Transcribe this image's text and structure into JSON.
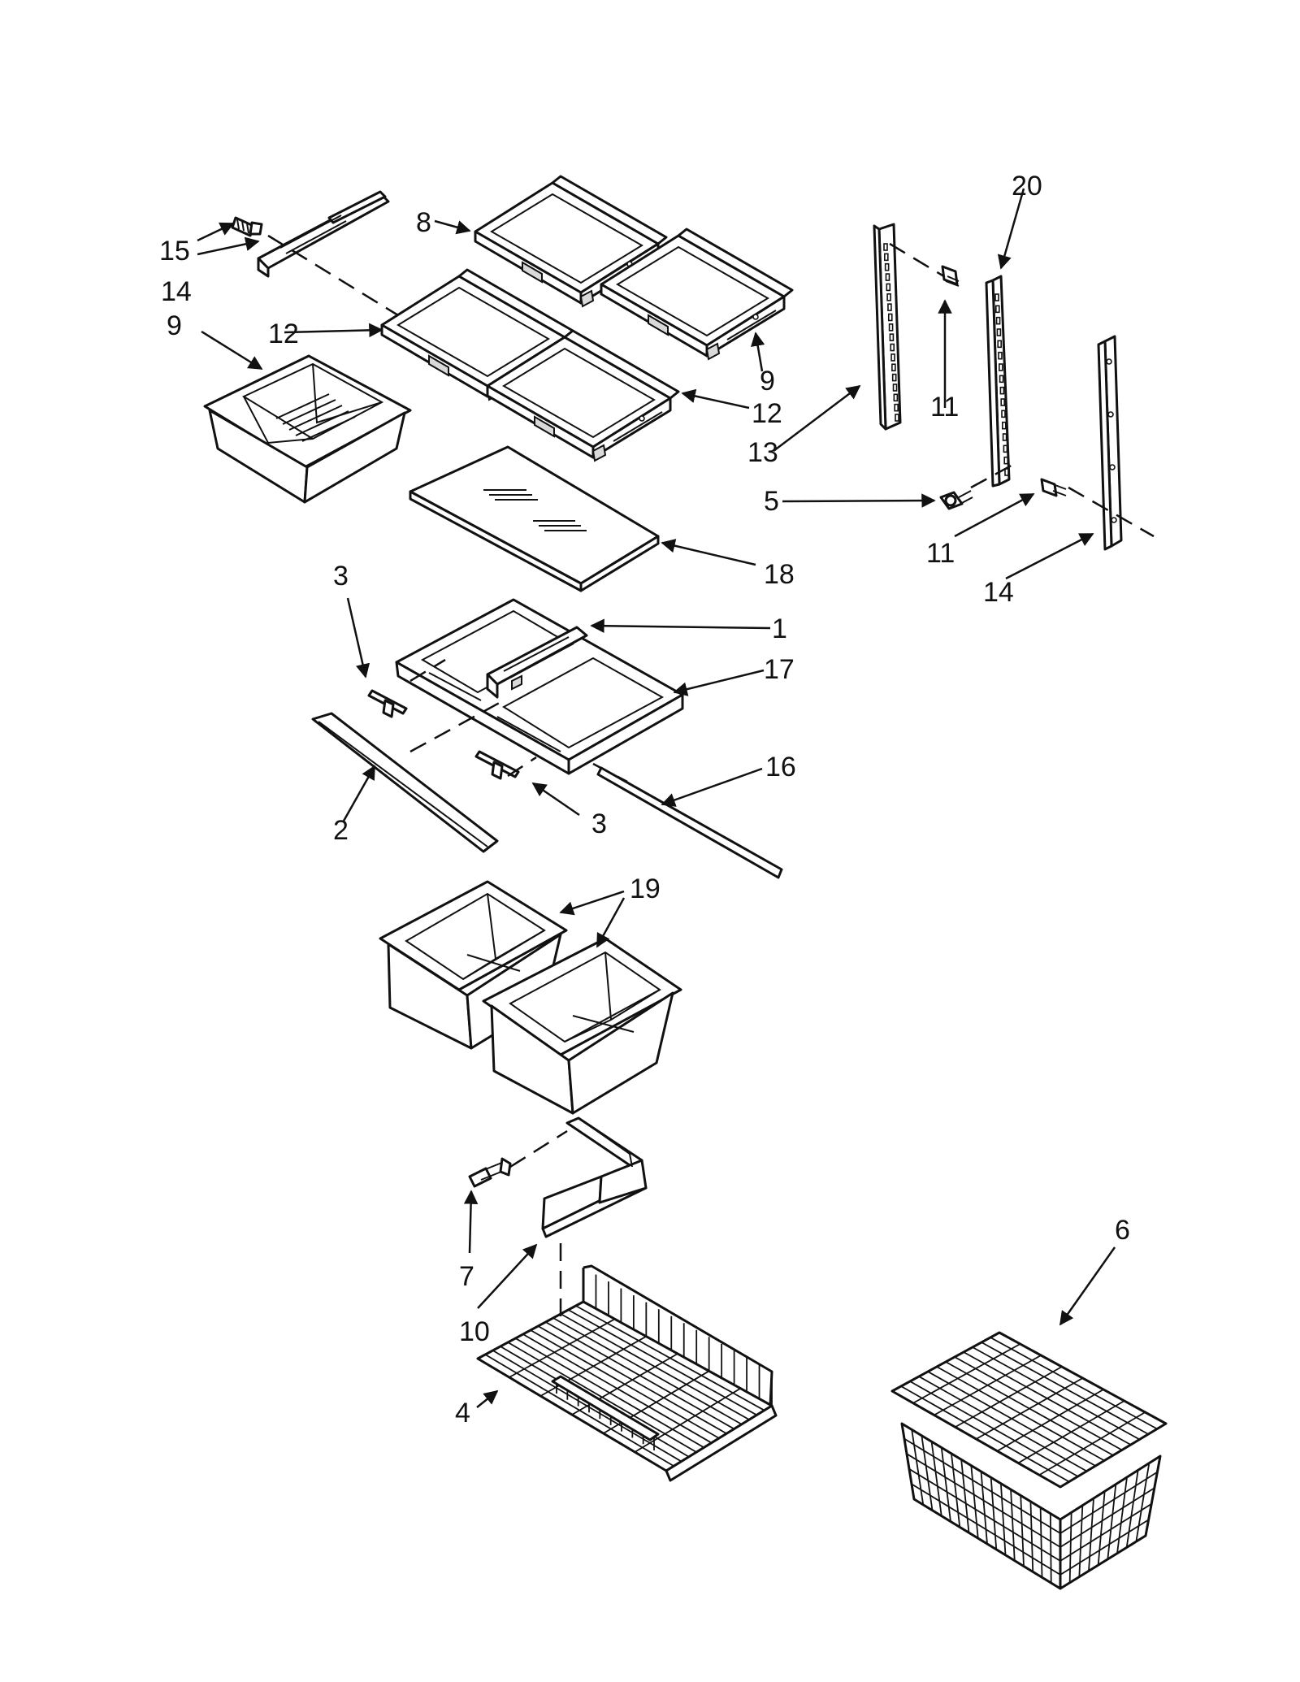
{
  "callouts": [
    {
      "id": "c1",
      "label": "1"
    },
    {
      "id": "c2",
      "label": "2"
    },
    {
      "id": "c3a",
      "label": "3"
    },
    {
      "id": "c3b",
      "label": "3"
    },
    {
      "id": "c4",
      "label": "4"
    },
    {
      "id": "c5",
      "label": "5"
    },
    {
      "id": "c6",
      "label": "6"
    },
    {
      "id": "c7",
      "label": "7"
    },
    {
      "id": "c8",
      "label": "8"
    },
    {
      "id": "c9a",
      "label": "9"
    },
    {
      "id": "c9b",
      "label": "9"
    },
    {
      "id": "c10",
      "label": "10"
    },
    {
      "id": "c11a",
      "label": "11"
    },
    {
      "id": "c11b",
      "label": "11"
    },
    {
      "id": "c12a",
      "label": "12"
    },
    {
      "id": "c12b",
      "label": "12"
    },
    {
      "id": "c13",
      "label": "13"
    },
    {
      "id": "c14a",
      "label": "14"
    },
    {
      "id": "c14b",
      "label": "14"
    },
    {
      "id": "c15",
      "label": "15"
    },
    {
      "id": "c16",
      "label": "16"
    },
    {
      "id": "c17",
      "label": "17"
    },
    {
      "id": "c18",
      "label": "18"
    },
    {
      "id": "c19",
      "label": "19"
    },
    {
      "id": "c20",
      "label": "20"
    }
  ]
}
